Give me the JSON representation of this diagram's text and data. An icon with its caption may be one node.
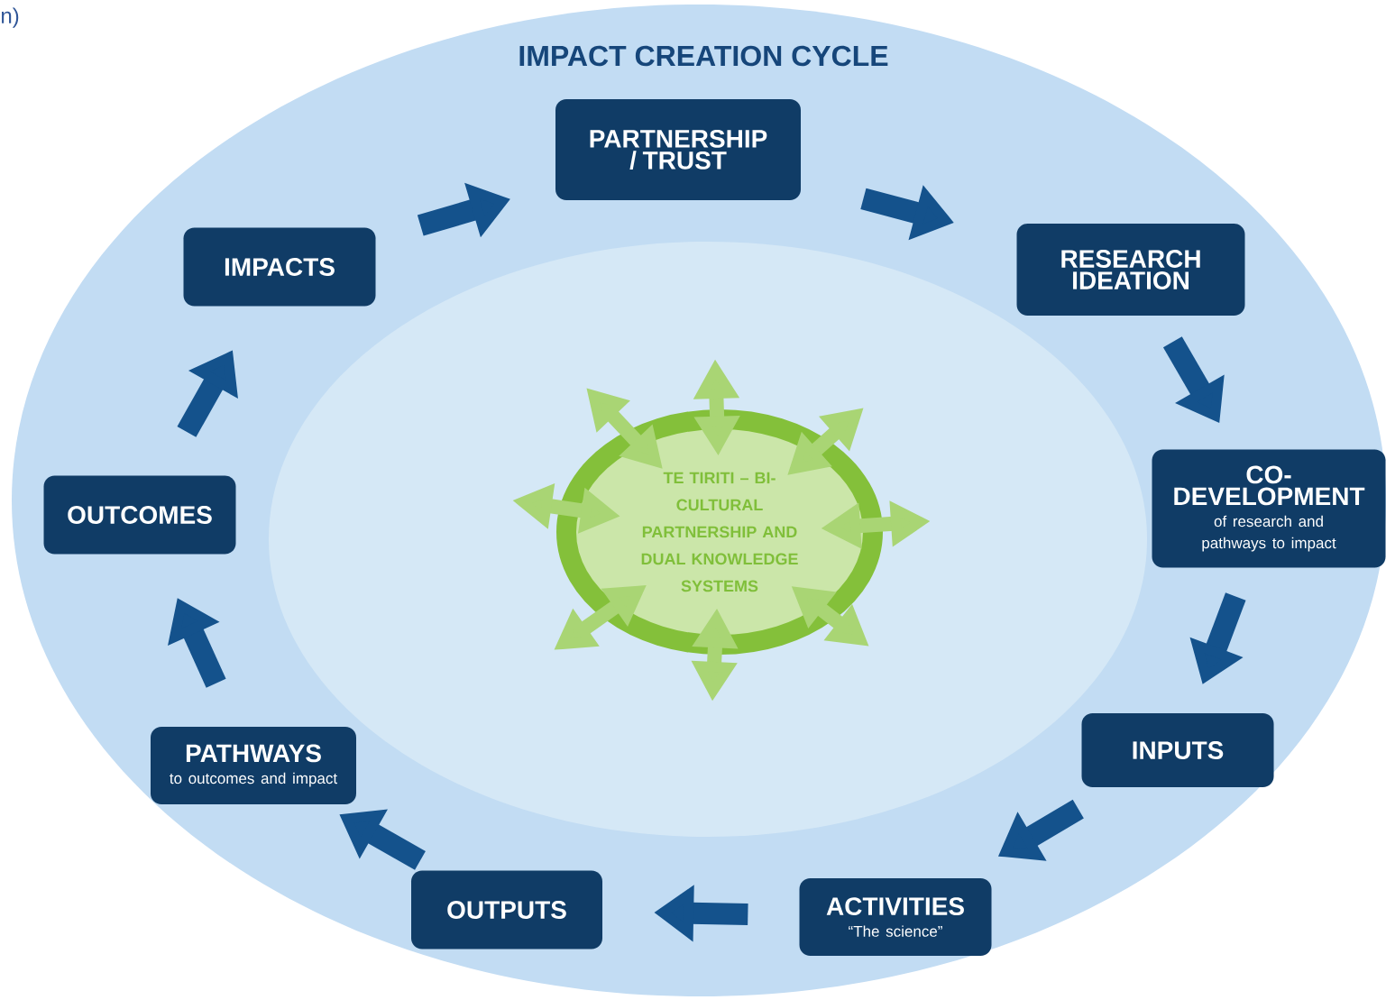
{
  "diagram": {
    "title": "IMPACT CREATION CYCLE",
    "nodes": [
      {
        "text": [
          "PARTNERSHIP / TRUST"
        ]
      },
      {
        "text": [
          "RESEARCH IDEATION"
        ]
      },
      {
        "text": [
          "CO-DEVELOPMENT",
          "of research and pathways to impact"
        ]
      },
      {
        "text": [
          "INPUTS"
        ]
      },
      {
        "text": [
          "ACTIVITIES",
          "“The science”"
        ]
      },
      {
        "text": [
          "OUTPUTS"
        ]
      },
      {
        "text": [
          "PATHWAYS",
          "to outcomes and impact"
        ]
      },
      {
        "text": [
          "OUTCOMES"
        ]
      },
      {
        "text": [
          "IMPACTS"
        ]
      },
      {
        "text": [
          "TE TIRITI – BI-CULTURAL PARTNERSHIP AND DUAL KNOWLEDGE SYSTEMS"
        ]
      }
    ],
    "edges": [
      {
        "from": 0,
        "to": 1,
        "arrow": "to"
      },
      {
        "from": 1,
        "to": 2,
        "arrow": "to"
      },
      {
        "from": 2,
        "to": 3,
        "arrow": "to"
      },
      {
        "from": 3,
        "to": 4,
        "arrow": "to"
      },
      {
        "from": 4,
        "to": 5,
        "arrow": "to"
      },
      {
        "from": 5,
        "to": 6,
        "arrow": "to"
      },
      {
        "from": 6,
        "to": 7,
        "arrow": "to"
      },
      {
        "from": 7,
        "to": 8,
        "arrow": "to"
      },
      {
        "from": 8,
        "to": 0,
        "arrow": "to"
      },
      {
        "from": 9,
        "to": null,
        "arrow": "both",
        "color": "#a9d574"
      },
      {
        "from": 9,
        "to": null,
        "arrow": "both",
        "color": "#a9d574"
      },
      {
        "from": 9,
        "to": null,
        "arrow": "both",
        "color": "#a9d574"
      },
      {
        "from": 9,
        "to": null,
        "arrow": "both",
        "color": "#a9d574"
      },
      {
        "from": 9,
        "to": null,
        "arrow": "both",
        "color": "#a9d574"
      },
      {
        "from": 9,
        "to": null,
        "arrow": "both",
        "color": "#a9d574"
      },
      {
        "from": 9,
        "to": null,
        "arrow": "both",
        "color": "#a9d574"
      },
      {
        "from": 9,
        "to": null,
        "arrow": "both",
        "color": "#a9d574"
      }
    ],
    "labels": [
      "n)"
    ]
  }
}
